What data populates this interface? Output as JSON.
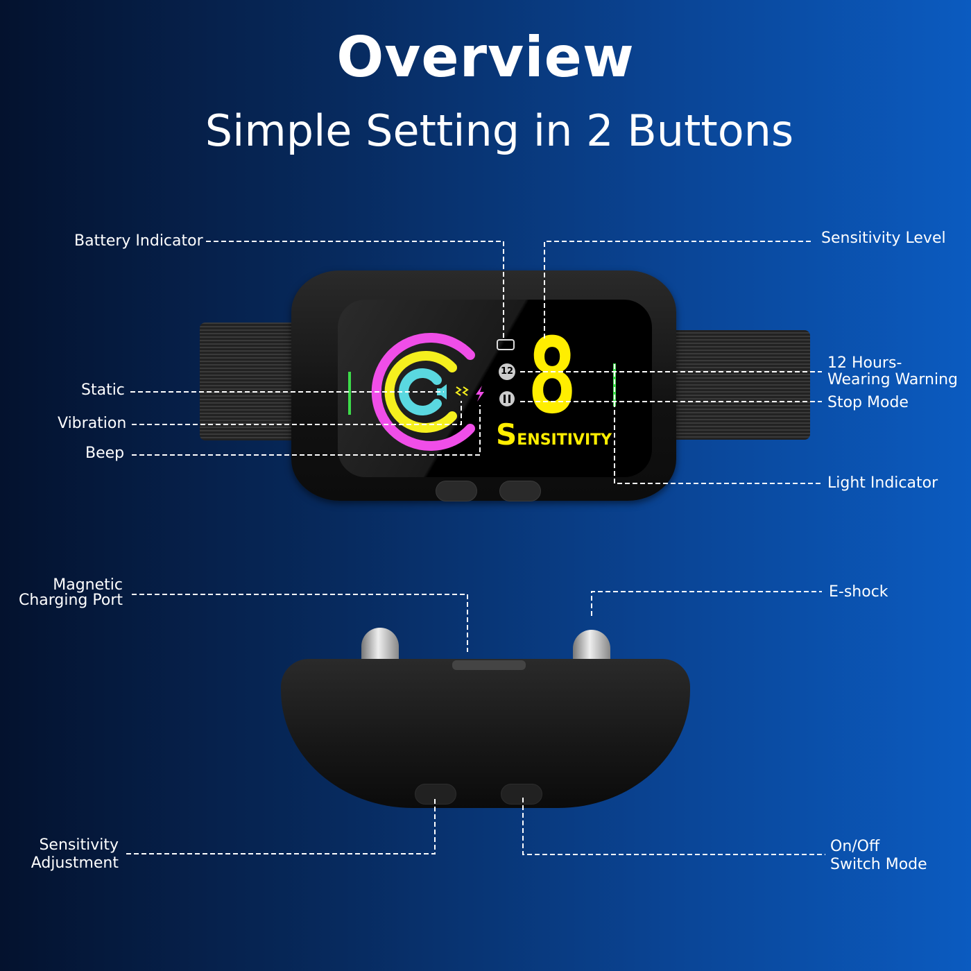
{
  "header": {
    "title": "Overview",
    "subtitle": "Simple Setting in 2 Buttons"
  },
  "display": {
    "digit": "8",
    "sensitivity_first": "S",
    "sensitivity_rest": "ENSITIVITY",
    "timer_badge": "12"
  },
  "labels": {
    "battery": "Battery Indicator",
    "sensitivity_level": "Sensitivity Level",
    "static": "Static",
    "vibration": "Vibration",
    "beep": "Beep",
    "wearing_warning_1": "12 Hours-",
    "wearing_warning_2": "Wearing Warning",
    "stop_mode": "Stop Mode",
    "light_indicator": "Light Indicator",
    "charging_1": "Magnetic",
    "charging_2": "Charging Port",
    "eshock": "E-shock",
    "sens_adj_1": "Sensitivity",
    "sens_adj_2": "Adjustment",
    "onoff_1": "On/Off",
    "onoff_2": "Switch Mode"
  },
  "colors": {
    "outer_ring": "#f04ee8",
    "middle_ring": "#f5f01e",
    "inner_ring": "#5ad8e0",
    "digit": "#ffee00",
    "light": "#3ddc4a"
  }
}
